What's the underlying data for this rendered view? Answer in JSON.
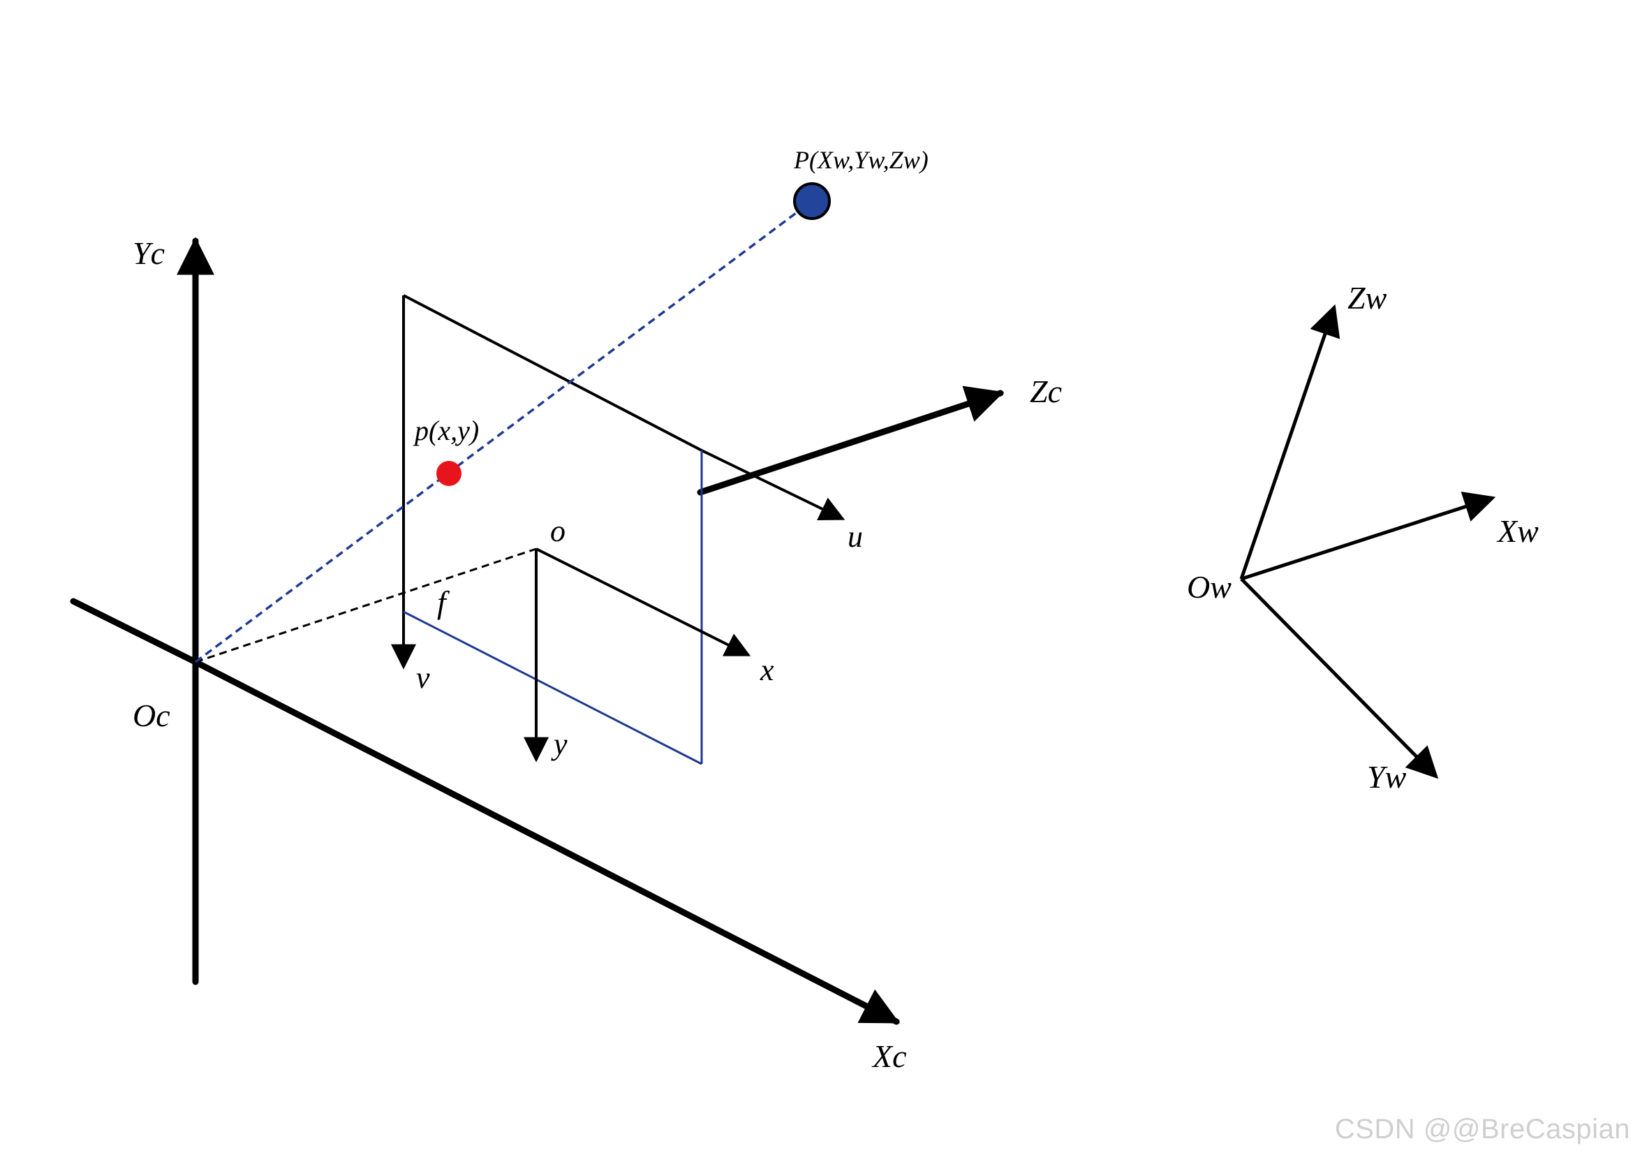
{
  "labels": {
    "Yc": "Yc",
    "Oc": "Oc",
    "Xc": "Xc",
    "Zc": "Zc",
    "u": "u",
    "v": "v",
    "o": "o",
    "x": "x",
    "y": "y",
    "f": "f",
    "p_point": "p(x,y)",
    "P_point": "P(Xw,Yw,Zw)",
    "Zw": "Zw",
    "Xw": "Xw",
    "Yw": "Yw",
    "Ow": "Ow"
  },
  "watermark": "CSDN @@BreCaspian",
  "colors": {
    "line": "#000000",
    "image_plane_blue": "#1f3a93",
    "projection_ray": "#1f3a93",
    "world_point_fill": "#22449a",
    "image_point_fill": "#e8141b",
    "watermark": "#cfcfcf"
  }
}
